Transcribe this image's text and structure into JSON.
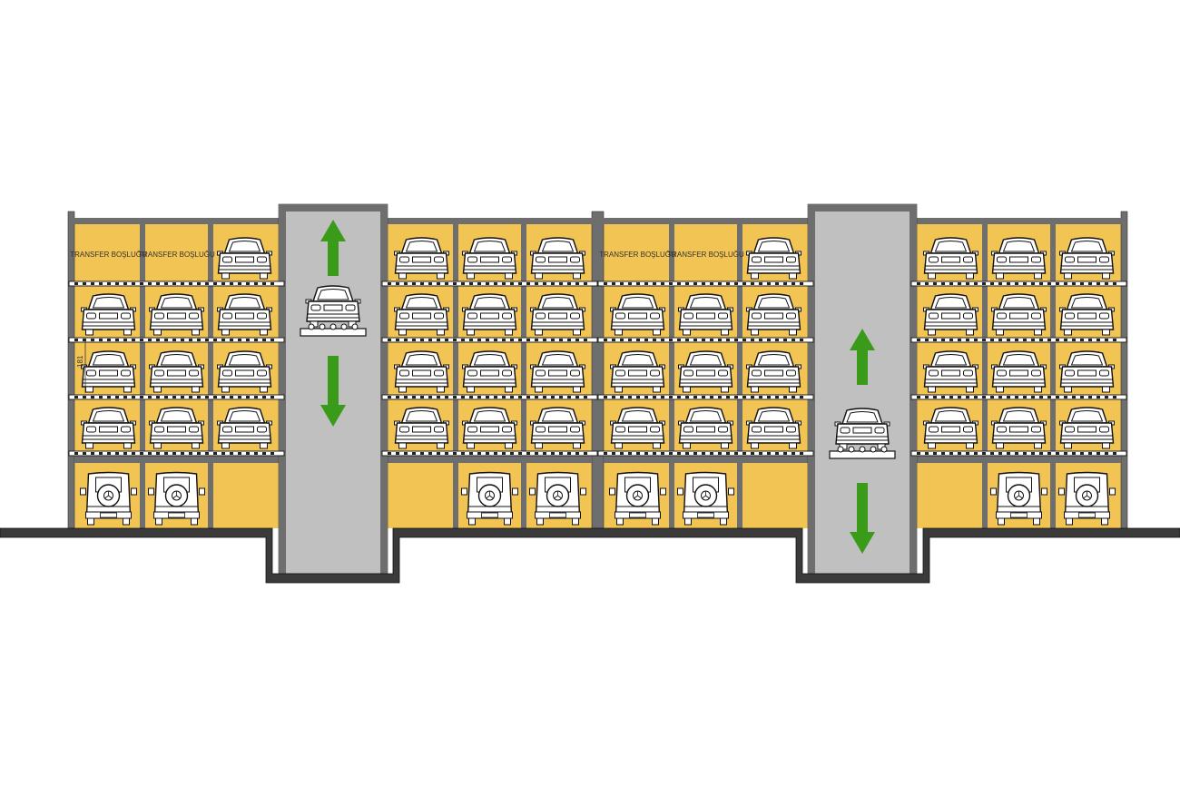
{
  "title_labels": {
    "transfer": "TRANSFER BOŞLUĞU",
    "dimension": "181"
  },
  "colors": {
    "bay_fill": "#f2c453",
    "shaft_fill": "#c0c0c0",
    "wall": "#6e6e6e",
    "ground": "#3a3a3a",
    "arrow": "#3a9a1a"
  },
  "blocks": [
    {
      "name": "block-1",
      "levels": [
        [
          "transfer",
          "transfer",
          "car"
        ],
        [
          "car",
          "car",
          "car"
        ],
        [
          "car",
          "car",
          "car"
        ],
        [
          "car",
          "car",
          "car"
        ]
      ],
      "ground": [
        "suv",
        "suv",
        "empty"
      ]
    },
    {
      "name": "block-2",
      "levels": [
        [
          "car",
          "car",
          "car"
        ],
        [
          "car",
          "car",
          "car"
        ],
        [
          "car",
          "car",
          "car"
        ],
        [
          "car",
          "car",
          "car"
        ]
      ],
      "ground": [
        "empty",
        "suv",
        "suv"
      ]
    },
    {
      "name": "block-3",
      "levels": [
        [
          "transfer",
          "transfer",
          "car"
        ],
        [
          "car",
          "car",
          "car"
        ],
        [
          "car",
          "car",
          "car"
        ],
        [
          "car",
          "car",
          "car"
        ]
      ],
      "ground": [
        "suv",
        "suv",
        "empty"
      ]
    },
    {
      "name": "block-4",
      "levels": [
        [
          "car",
          "car",
          "car"
        ],
        [
          "car",
          "car",
          "car"
        ],
        [
          "car",
          "car",
          "car"
        ],
        [
          "car",
          "car",
          "car"
        ]
      ],
      "ground": [
        "empty",
        "suv",
        "suv"
      ]
    }
  ],
  "lifts": [
    {
      "name": "lift-1",
      "arrows": [
        "up",
        "down"
      ],
      "car_level": 2
    },
    {
      "name": "lift-2",
      "arrows": [
        "up",
        "down"
      ],
      "car_level": 4
    }
  ]
}
